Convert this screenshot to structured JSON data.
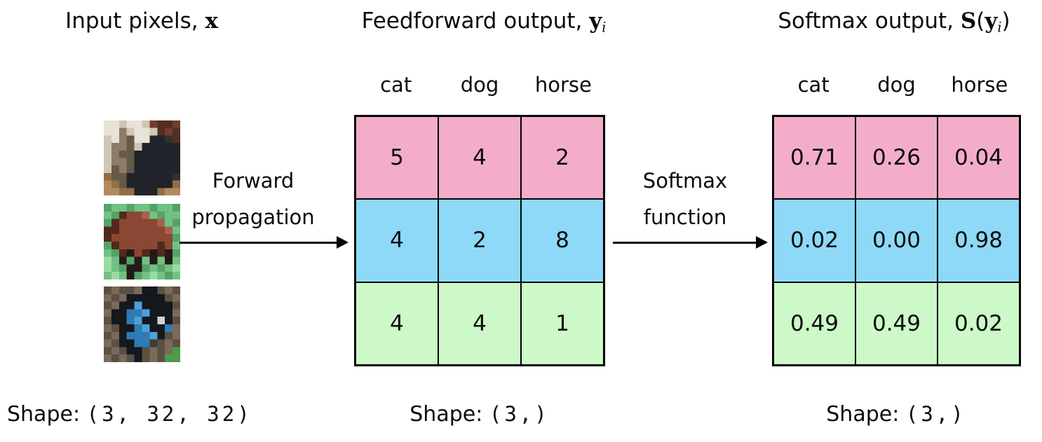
{
  "titles": {
    "input": {
      "text": "Input pixels,",
      "math": "x"
    },
    "feedforward": {
      "text": "Feedforward output,",
      "math": "y",
      "sub": "i"
    },
    "softmax": {
      "text": "Softmax output,",
      "math_fn": "S",
      "paren_open": "(",
      "math_arg": "y",
      "sub": "i",
      "paren_close": ")"
    }
  },
  "columns": [
    "cat",
    "dog",
    "horse"
  ],
  "arrows": [
    {
      "label_line1": "Forward",
      "label_line2": "propagation"
    },
    {
      "label_line1": "Softmax",
      "label_line2": "function"
    }
  ],
  "feedforward_table": {
    "rows": [
      {
        "color": "#f3adc9",
        "values": [
          "5",
          "4",
          "2"
        ]
      },
      {
        "color": "#8ed9f7",
        "values": [
          "4",
          "2",
          "8"
        ]
      },
      {
        "color": "#cdf8c8",
        "values": [
          "4",
          "4",
          "1"
        ]
      }
    ]
  },
  "softmax_table": {
    "rows": [
      {
        "color": "#f3adc9",
        "values": [
          "0.71",
          "0.26",
          "0.04"
        ]
      },
      {
        "color": "#8ed9f7",
        "values": [
          "0.02",
          "0.00",
          "0.98"
        ]
      },
      {
        "color": "#cdf8c8",
        "values": [
          "0.49",
          "0.49",
          "0.02"
        ]
      }
    ]
  },
  "shapes": {
    "input": {
      "label": "Shape:",
      "tuple": "(3, 32, 32)"
    },
    "feedforward": {
      "label": "Shape:",
      "tuple": "(3,)"
    },
    "softmax": {
      "label": "Shape:",
      "tuple": "(3,)"
    }
  },
  "colors": {
    "row_pink": "#f3adc9",
    "row_blue": "#8ed9f7",
    "row_green": "#cdf8c8",
    "line": "#000000"
  },
  "images": [
    {
      "name": "cat-photo",
      "palette": {
        "W": "#e9e2d6",
        "w": "#cfc6b6",
        "G": "#8d7c66",
        "g": "#675948",
        "K": "#20242a",
        "k": "#32302e",
        "T": "#b28a5e",
        "t": "#8f6e49",
        "R": "#542e22",
        "r": "#723c2b"
      },
      "rows": [
        "WWwWWwrRRr",
        "WWGwWWwRrR",
        "wWGgWWKKkR",
        "wGGgwKKKKK",
        "wGggKKKKKK",
        "wGGgKKKKKK",
        "wgGgKKKKKK",
        "tggKKKKKKk",
        "TtgKKKKKKt",
        "TTttKKKtTT"
      ]
    },
    {
      "name": "horse-photo",
      "palette": {
        "G": "#70c283",
        "g": "#55a268",
        "L": "#98dda0",
        "B": "#8a4733",
        "b": "#a8634a",
        "D": "#54291d",
        "K": "#241a15"
      },
      "rows": [
        "gGGgGGgGGg",
        "GgDBBbGgGG",
        "gDBBBBBbGg",
        "DDBBBBBBbG",
        "DBBBBBBBBg",
        "gDBBBBBDBG",
        "GgDKBDKDKg",
        "LGKgKGKGKG",
        "LGgKKgGgGL",
        "GLGKgGLGgG"
      ]
    },
    {
      "name": "dog-photo",
      "palette": {
        "M": "#7a6a57",
        "m": "#5b5044",
        "K": "#15181d",
        "k": "#2b2a28",
        "B": "#2e7cb5",
        "b": "#4f9fd6",
        "W": "#cfd2d4",
        "N": "#413a30",
        "E": "#4f9a4b"
      },
      "rows": [
        "mMmmMKKmMm",
        "MmMKKKKKmM",
        "mMKKbKKKKm",
        "MKKBBbKKKM",
        "mKKBbKKWKm",
        "MmKKBbKKBM",
        "mMKBBBbKmM",
        "MmKKBBNmMm",
        "mMmKKmMmME",
        "MmMmKmMmEE"
      ]
    }
  ]
}
